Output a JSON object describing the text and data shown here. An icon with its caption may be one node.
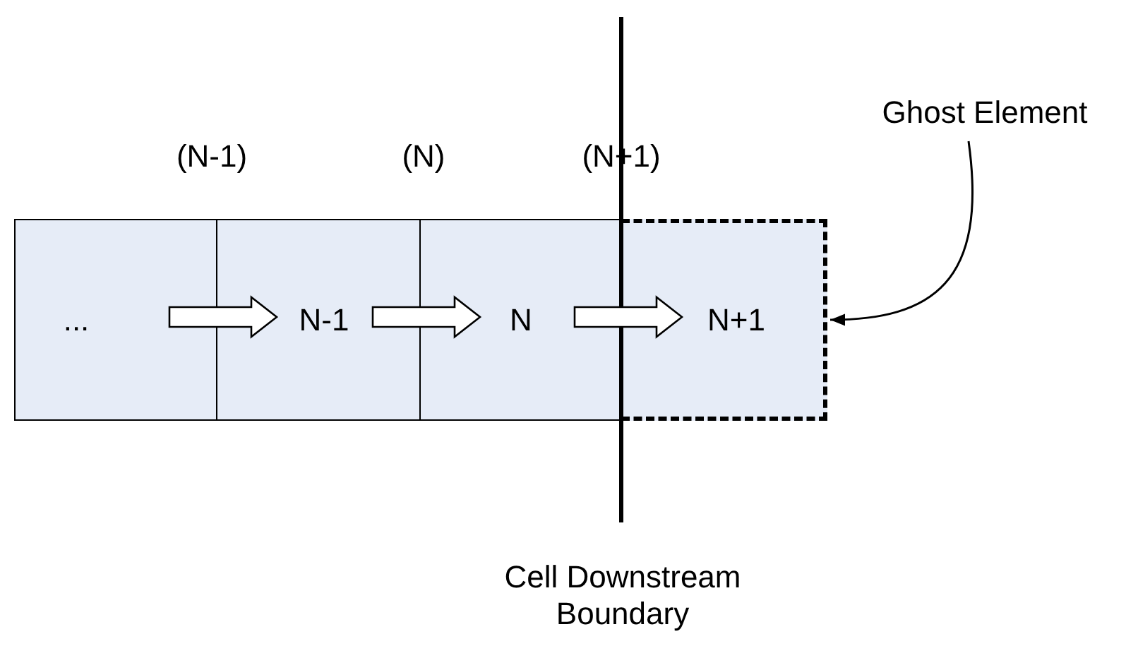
{
  "diagram": {
    "nodes": [
      {
        "text": [
          "..."
        ]
      },
      {
        "text": [
          "N-1"
        ]
      },
      {
        "text": [
          "N"
        ]
      },
      {
        "text": [
          "N+1"
        ]
      },
      {
        "text": [
          "Ghost Element"
        ]
      }
    ],
    "edges": [
      {
        "from": 0,
        "to": 1,
        "arrow": "to"
      },
      {
        "from": 1,
        "to": 2,
        "arrow": "to"
      },
      {
        "from": 2,
        "to": 3,
        "arrow": "to"
      },
      {
        "from": 4,
        "to": 3,
        "arrow": "to"
      }
    ],
    "labels": [
      "(N-1)",
      "(N)",
      "(N+1)",
      "Cell Downstream Boundary"
    ]
  }
}
